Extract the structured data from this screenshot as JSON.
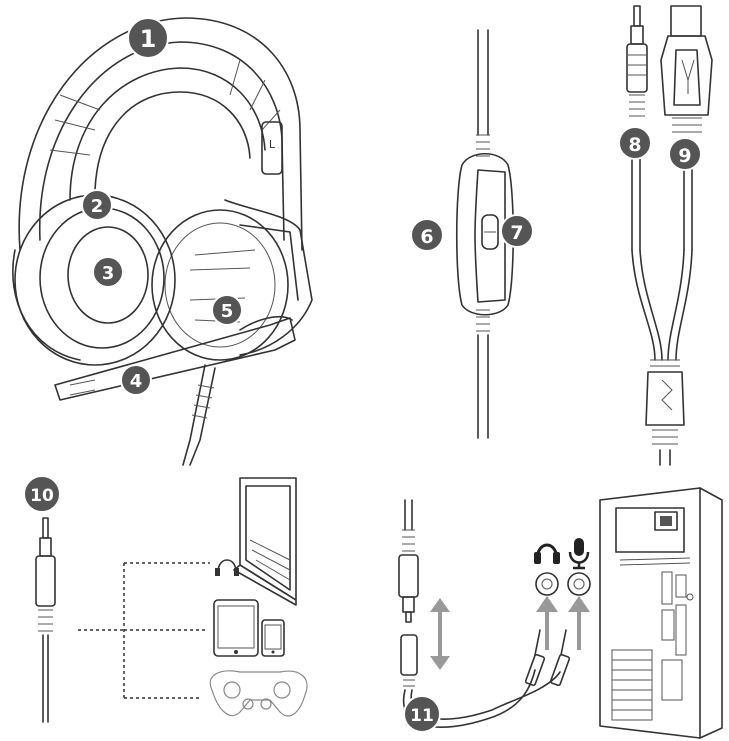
{
  "badges": {
    "b1": "1",
    "b2": "2",
    "b3": "3",
    "b4": "4",
    "b5": "5",
    "b6": "6",
    "b7": "7",
    "b8": "8",
    "b9": "9",
    "b10": "10",
    "b11": "11"
  },
  "headset": {
    "side_marker": "L"
  },
  "colors": {
    "badge_fill": "#555555",
    "badge_stroke": "#ffffff",
    "line": "#333333",
    "arrow": "#999999"
  },
  "icons": [
    "headphone-icon",
    "microphone-icon",
    "tablet-icon",
    "phone-icon",
    "gamepad-icon",
    "laptop-icon",
    "pc-tower-icon",
    "usb-plug-icon",
    "audio-jack-icon",
    "logo-s-icon"
  ]
}
